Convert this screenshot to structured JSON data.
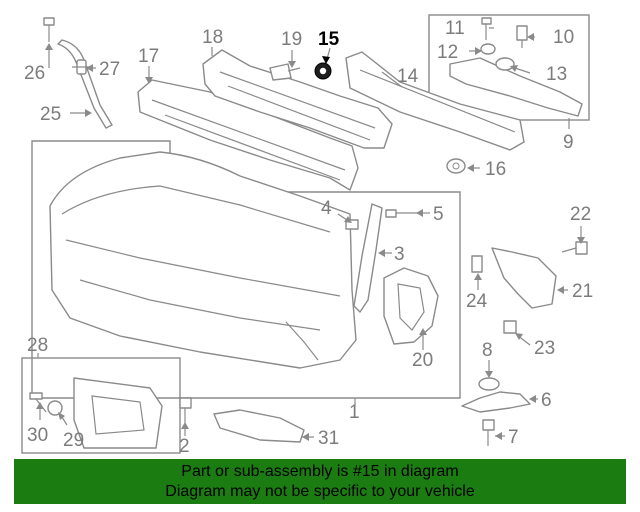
{
  "highlighted_part": "15",
  "callouts": [
    "1",
    "2",
    "3",
    "4",
    "5",
    "6",
    "7",
    "8",
    "9",
    "10",
    "11",
    "12",
    "13",
    "14",
    "15",
    "16",
    "17",
    "18",
    "19",
    "20",
    "21",
    "22",
    "23",
    "24",
    "25",
    "26",
    "27",
    "28",
    "29",
    "30",
    "31"
  ],
  "banner": {
    "line1": "Part or sub-assembly is #15 in diagram",
    "line2": "Diagram may not be specific to your vehicle"
  },
  "colors": {
    "banner_bg": "#1b7c12",
    "line_art": "#8a8a8a",
    "label": "#7c7c7c",
    "highlight": "#000000"
  }
}
